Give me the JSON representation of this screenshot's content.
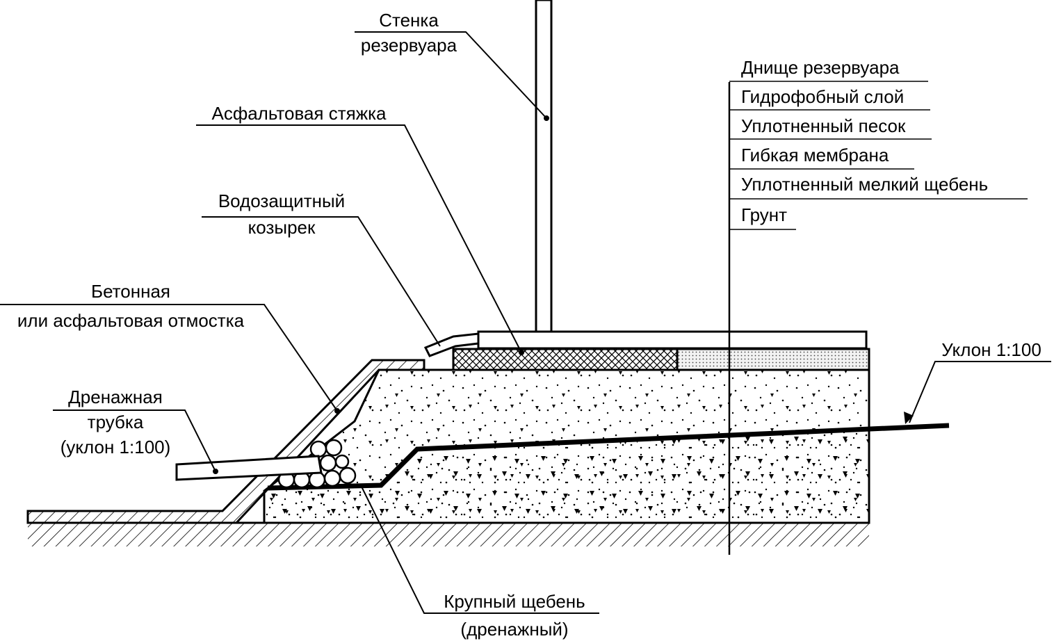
{
  "labels": {
    "tank_wall": [
      "Стенка",
      "резервуара"
    ],
    "asphalt_screed": "Асфальтовая стяжка",
    "water_visor": [
      "Водозащитный",
      "козырек"
    ],
    "blind_area": [
      "Бетонная",
      "или асфальтовая отмостка"
    ],
    "drain_pipe": [
      "Дренажная",
      "трубка",
      "(уклон 1:100)"
    ],
    "slope": "Уклон 1:100",
    "coarse_gravel": [
      "Крупный щебень",
      "(дренажный)"
    ],
    "layers": [
      "Днище резервуара",
      "Гидрофобный слой",
      "Уплотненный песок",
      "Гибкая мембрана",
      "Уплотненный мелкий щебень",
      "Грунт"
    ]
  },
  "colors": {
    "ink": "#000000",
    "background": "#ffffff",
    "hydrophobic_fill": "#e6e6e6"
  }
}
